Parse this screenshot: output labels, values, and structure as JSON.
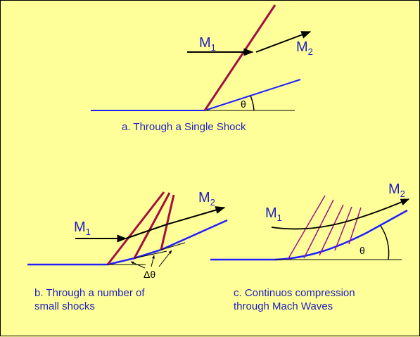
{
  "colors": {
    "background": "#ffff99",
    "wall": "#1f1fff",
    "shock": "#a01040",
    "mach_wave": "#a0108a",
    "label": "#1f1fbf",
    "streamline": "#000000"
  },
  "panel_a": {
    "m1": "M",
    "m1_sub": "1",
    "m2": "M",
    "m2_sub": "2",
    "angle": "θ",
    "caption": "a. Through a Single Shock"
  },
  "panel_b": {
    "m1": "M",
    "m1_sub": "1",
    "m2": "M",
    "m2_sub": "2",
    "delta_angle": "Δθ",
    "caption_line1": "b. Through a number of",
    "caption_line2": "small shocks"
  },
  "panel_c": {
    "m1": "M",
    "m1_sub": "1",
    "m2": "M",
    "m2_sub": "2",
    "angle": "θ",
    "caption_line1": "c. Continuos compression",
    "caption_line2": "through Mach Waves"
  }
}
